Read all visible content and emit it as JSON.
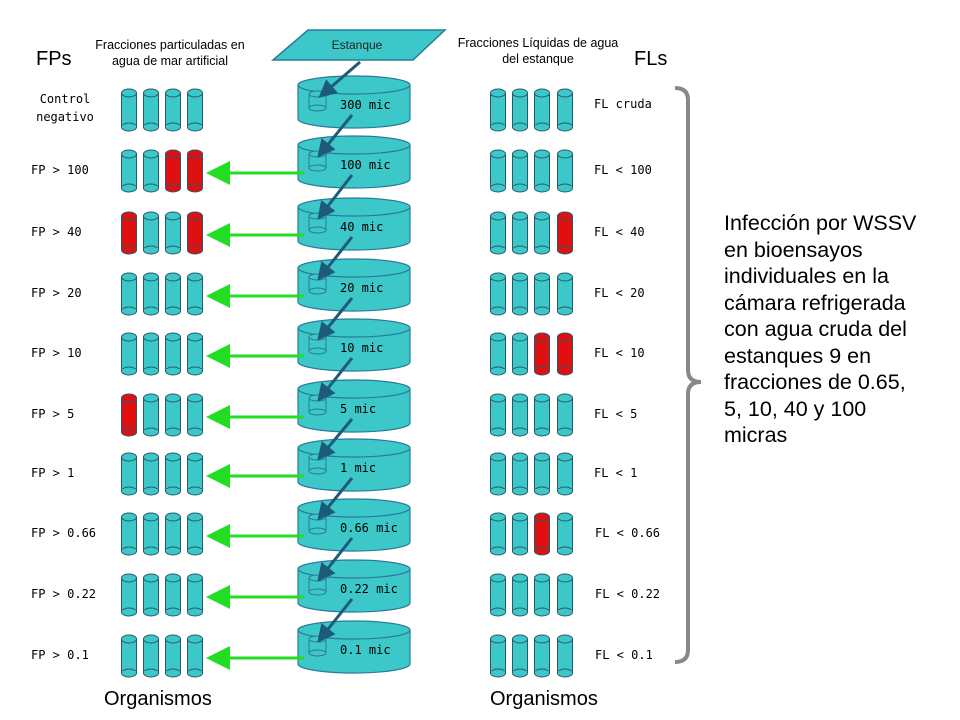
{
  "colors": {
    "tube": "#3cc8c8",
    "tube_positive": "#e01010",
    "tube_outline": "#2a5a6a",
    "arrow": "#22dd22",
    "filter_stroke": "#2a7a9a",
    "filter_fill": "#3cc8c8",
    "brace": "#888888"
  },
  "headers": {
    "fps": "FPs",
    "fls": "FLs",
    "fp_desc": "Fracciones particuladas en agua de mar artificial",
    "fl_desc": "Fracciones Líquidas de agua del estanque",
    "estanque": "Estanque",
    "organismos_left": "Organismos",
    "organismos_right": "Organismos"
  },
  "control_label": "Control negativo",
  "fl_top_label": "FL cruda",
  "filters": [
    "300 mic",
    "100 mic",
    "40 mic",
    "20 mic",
    "10 mic",
    "5 mic",
    "1 mic",
    "0.66 mic",
    "0.22 mic",
    "0.1 mic"
  ],
  "fp_rows": [
    {
      "label": "FP > 100",
      "tubes": [
        0,
        0,
        1,
        1
      ]
    },
    {
      "label": "FP > 40",
      "tubes": [
        1,
        0,
        0,
        1
      ]
    },
    {
      "label": "FP > 20",
      "tubes": [
        0,
        0,
        0,
        0
      ]
    },
    {
      "label": "FP > 10",
      "tubes": [
        0,
        0,
        0,
        0
      ]
    },
    {
      "label": "FP > 5",
      "tubes": [
        1,
        0,
        0,
        0
      ]
    },
    {
      "label": "FP > 1",
      "tubes": [
        0,
        0,
        0,
        0
      ]
    },
    {
      "label": "FP > 0.66",
      "tubes": [
        0,
        0,
        0,
        0
      ]
    },
    {
      "label": "FP > 0.22",
      "tubes": [
        0,
        0,
        0,
        0
      ]
    },
    {
      "label": "FP >  0.1",
      "tubes": [
        0,
        0,
        0,
        0
      ]
    }
  ],
  "fl_rows": [
    {
      "label": "FL < 100",
      "tubes": [
        0,
        0,
        0,
        0
      ]
    },
    {
      "label": "FL < 40",
      "tubes": [
        0,
        0,
        0,
        1
      ]
    },
    {
      "label": "FL < 20",
      "tubes": [
        0,
        0,
        0,
        0
      ]
    },
    {
      "label": "FL < 10",
      "tubes": [
        0,
        0,
        1,
        1
      ]
    },
    {
      "label": "FL < 5",
      "tubes": [
        0,
        0,
        0,
        0
      ]
    },
    {
      "label": "FL < 1",
      "tubes": [
        0,
        0,
        0,
        0
      ]
    },
    {
      "label": "FL < 0.66",
      "tubes": [
        0,
        0,
        1,
        0
      ]
    },
    {
      "label": "FL < 0.22",
      "tubes": [
        0,
        0,
        0,
        0
      ]
    },
    {
      "label": "FL <  0.1",
      "tubes": [
        0,
        0,
        0,
        0
      ]
    }
  ],
  "infection_text": "Infección por WSSV en bioensayos individuales en la cámara refrigerada con agua cruda del estanques 9 en fracciones de 0.65, 5, 10, 40 y 100 micras"
}
